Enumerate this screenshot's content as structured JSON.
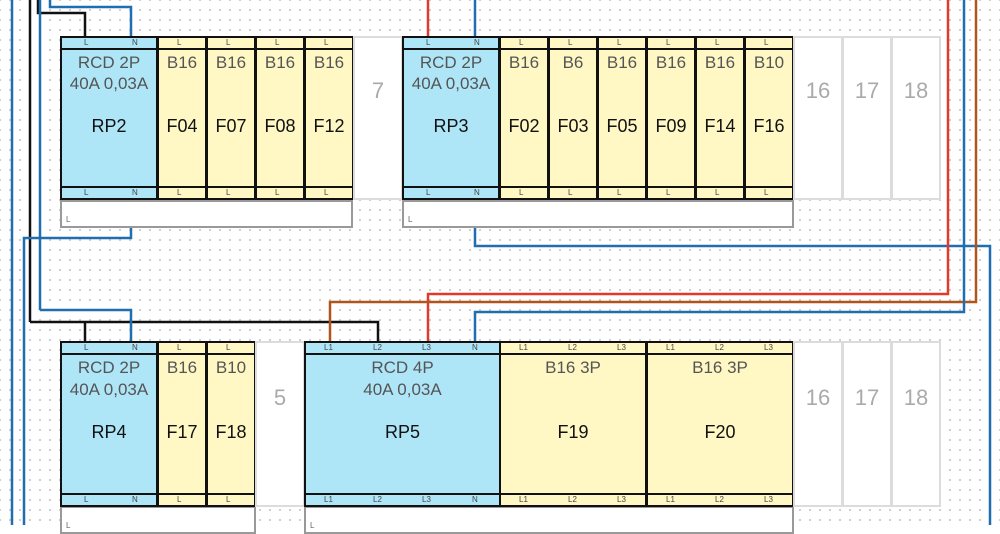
{
  "row1": {
    "groups": [
      {
        "id": "rp2",
        "terminals_top": [
          "L",
          "N"
        ],
        "line1": "RCD 2P",
        "line2": "40A 0,03A",
        "name": "RP2",
        "terminals_bot": [
          "L",
          "N"
        ]
      },
      {
        "id": "f04",
        "terminals": [
          "L"
        ],
        "rating": "B16",
        "name": "F04"
      },
      {
        "id": "f07",
        "terminals": [
          "L"
        ],
        "rating": "B16",
        "name": "F07"
      },
      {
        "id": "f08",
        "terminals": [
          "L"
        ],
        "rating": "B16",
        "name": "F08"
      },
      {
        "id": "f12",
        "terminals": [
          "L"
        ],
        "rating": "B16",
        "name": "F12"
      },
      {
        "id": "rp3",
        "terminals_top": [
          "L",
          "N"
        ],
        "line1": "RCD 2P",
        "line2": "40A 0,03A",
        "name": "RP3",
        "terminals_bot": [
          "L",
          "N"
        ]
      },
      {
        "id": "f02",
        "terminals": [
          "L"
        ],
        "rating": "B16",
        "name": "F02"
      },
      {
        "id": "f03",
        "terminals": [
          "L"
        ],
        "rating": "B6",
        "name": "F03"
      },
      {
        "id": "f05",
        "terminals": [
          "L"
        ],
        "rating": "B16",
        "name": "F05"
      },
      {
        "id": "f09",
        "terminals": [
          "L"
        ],
        "rating": "B16",
        "name": "F09"
      },
      {
        "id": "f14",
        "terminals": [
          "L"
        ],
        "rating": "B16",
        "name": "F14"
      },
      {
        "id": "f16",
        "terminals": [
          "L"
        ],
        "rating": "B10",
        "name": "F16"
      }
    ],
    "empty_slots": [
      "7",
      "16",
      "17",
      "18"
    ]
  },
  "row2": {
    "groups": [
      {
        "id": "rp4",
        "terminals_top": [
          "L",
          "N"
        ],
        "line1": "RCD 2P",
        "line2": "40A 0,03A",
        "name": "RP4",
        "terminals_bot": [
          "L",
          "N"
        ]
      },
      {
        "id": "f17",
        "terminals": [
          "L"
        ],
        "rating": "B16",
        "name": "F17"
      },
      {
        "id": "f18",
        "terminals": [
          "L"
        ],
        "rating": "B10",
        "name": "F18"
      },
      {
        "id": "rp5",
        "terminals_top": [
          "L1",
          "L2",
          "L3",
          "N"
        ],
        "line1": "RCD 4P",
        "line2": "40A  0,03A",
        "name": "RP5",
        "terminals_bot": [
          "L1",
          "L2",
          "L3",
          "N"
        ]
      },
      {
        "id": "f19",
        "terminals": [
          "L1",
          "L2",
          "L3"
        ],
        "rating": "B16 3P",
        "name": "F19"
      },
      {
        "id": "f20",
        "terminals": [
          "L1",
          "L2",
          "L3"
        ],
        "rating": "B16 3P",
        "name": "F20"
      }
    ],
    "empty_slots": [
      "5",
      "16",
      "17",
      "18"
    ]
  },
  "bus_label": "L",
  "colors": {
    "rcd": "#aee6f8",
    "mcb": "#fff8c4",
    "phase_black": "#111111",
    "phase_red": "#e03a2a",
    "phase_brown": "#b0561d",
    "neutral_blue": "#1f6fb0"
  }
}
